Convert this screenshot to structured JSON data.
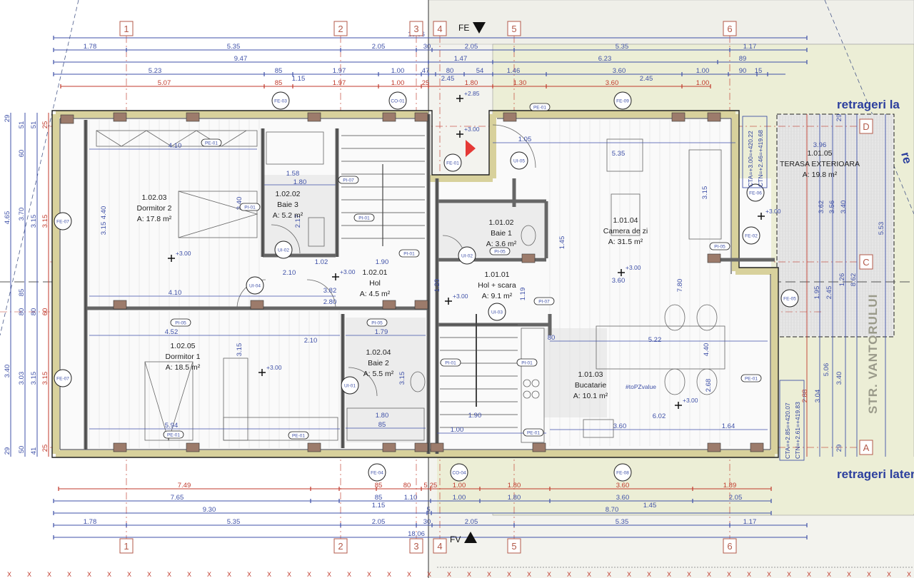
{
  "colors": {
    "dimension_blue": "#3f51a8",
    "dimension_red": "#c0392b",
    "axis_bubble": "#b35a4a",
    "site_green": "#eceed6",
    "wall_gray": "#c8c8c8",
    "insulation": "#d8d19c",
    "column_hatch": "#9c7b6b"
  },
  "grid_axes": {
    "vertical": [
      "1",
      "2",
      "3",
      "4",
      "5",
      "6"
    ],
    "horizontal": [
      "D",
      "C",
      "A"
    ]
  },
  "markers": {
    "top": "FE",
    "bottom": "FV"
  },
  "dimensions": {
    "top": [
      [
        "18.06"
      ],
      [
        "1.78",
        "5.35",
        "2.05",
        "30",
        "2.05",
        "5.35",
        "1.17"
      ],
      [
        "9.47",
        "1.47",
        "6.23",
        "89"
      ],
      [
        "5.23",
        "85",
        "1.97",
        "1.00",
        "47",
        "80",
        "54",
        "1.46",
        "3.60",
        "1.00",
        "90",
        "15"
      ],
      [
        "5.07",
        "85",
        "1.97",
        "1.00",
        "25",
        "1.80",
        "1.30",
        "3.60",
        "1.00"
      ]
    ],
    "top_sub": [
      "1.15",
      "2.45",
      "2.45"
    ],
    "bottom": [
      [
        "7.49",
        "85",
        "80",
        "5",
        "25",
        "1.00",
        "1.80",
        "3.60",
        "1.89"
      ],
      [
        "7.65",
        "85",
        "1.10",
        "1.00",
        "1.80",
        "3.60",
        "2.05"
      ],
      [
        "9.30",
        "5",
        "8.70"
      ],
      [
        "1.78",
        "5.35",
        "2.05",
        "30",
        "2.05",
        "5.35",
        "1.17"
      ],
      [
        "18.06"
      ]
    ],
    "bottom_sub": [
      "1.15",
      "1.45"
    ],
    "left": [
      [
        "29",
        "4.65",
        "3.40",
        "29"
      ],
      [
        "51",
        "60",
        "3.70",
        "85",
        "80",
        "3.03",
        "50"
      ],
      [
        "51",
        "3.15",
        "80",
        "3.15",
        "41"
      ],
      [
        "25",
        "3.15",
        "60",
        "3.15",
        "25"
      ]
    ],
    "terrace": [
      "3.96",
      "3.62",
      "3.56",
      "3.40",
      "5.53",
      "1.95",
      "2.45",
      "1.26",
      "8.62",
      "5.06",
      "3.40",
      "3.04",
      "2.88",
      "29",
      "29"
    ],
    "interior": [
      "4.10",
      "4.40",
      "3.15",
      "4.10",
      "4.52",
      "5.94",
      "3.15",
      "1.58",
      "1.80",
      "2.17",
      "3.40",
      "1.90",
      "1.02",
      "2.10",
      "3.82",
      "2.80",
      "1.79",
      "1.80",
      "85",
      "3.15",
      "2.10",
      "3.60",
      "5.35",
      "1.05",
      "1.45",
      "3.15",
      "7.80",
      "5.22",
      "4.40",
      "6.02",
      "3.60",
      "1.64",
      "2.68",
      "1.90",
      "1.00",
      "80",
      "1.19",
      "1.20"
    ]
  },
  "rooms": [
    {
      "code": "1.02.03",
      "name": "Dormitor 2",
      "area": "A: 17.8 m²"
    },
    {
      "code": "1.02.02",
      "name": "Baie 3",
      "area": "A: 5.2 m²"
    },
    {
      "code": "1.02.01",
      "name": "Hol",
      "area": "A: 4.5 m²"
    },
    {
      "code": "1.02.05",
      "name": "Dormitor 1",
      "area": "A: 18.5 m²"
    },
    {
      "code": "1.02.04",
      "name": "Baie 2",
      "area": "A: 5.5 m²"
    },
    {
      "code": "1.01.02",
      "name": "Baie 1",
      "area": "A: 3.6 m²"
    },
    {
      "code": "1.01.01",
      "name": "Hol + scara",
      "area": "A: 9.1 m²"
    },
    {
      "code": "1.01.04",
      "name": "Camera de zi",
      "area": "A: 31.5 m²"
    },
    {
      "code": "1.01.03",
      "name": "Bucatarie",
      "area": "A: 10.1 m²"
    },
    {
      "code": "1.01.05",
      "name": "TERASA EXTERIOARA",
      "area": "A: 19.8 m²"
    }
  ],
  "tags": [
    "FE-03",
    "CO-01",
    "FE-09",
    "FE-01",
    "FE-07",
    "FE-07",
    "FE-06",
    "FE-02",
    "FE-05",
    "FE-04",
    "CO-04",
    "FE-08",
    "UI-02",
    "UI-02",
    "UI-04",
    "UI-01",
    "UI-03",
    "UI-05"
  ],
  "pill_tags": [
    "PE-01",
    "PE-01",
    "PE-01",
    "PE-01",
    "PE-01",
    "PI-01",
    "PI-07",
    "PI-01",
    "PI-05",
    "PI-05",
    "PI-05",
    "PI-05",
    "PI-07",
    "PI-01",
    "PI-01",
    "PE-01",
    "PI-01"
  ],
  "elevations": [
    "+3.00",
    "+3.00",
    "+3.00",
    "+3.00",
    "+3.00",
    "+3.00",
    "+3.00",
    "+2.85",
    "+3.00"
  ],
  "levels": {
    "terrace_cta": "CTA=+3.00=+420.22",
    "terrace_ctn": "CTN=+2.46=+419.68",
    "kitchen_cta": "CTA=+2.85=+420.07",
    "kitchen_ctn": "CTN=+2.61=+419.83"
  },
  "labels": {
    "setback_top": "retrageri la",
    "setback_top_right": "re",
    "setback_bottom": "retrageri later",
    "street": "STR. VANTORULUI",
    "placeholder": "#toPZvalue"
  }
}
